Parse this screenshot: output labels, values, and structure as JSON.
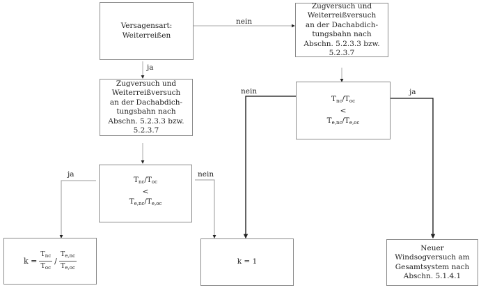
{
  "diagram": {
    "type": "flowchart",
    "nodes": {
      "start": {
        "text": "Versagensart:\nWeiterreißen"
      },
      "test_right": {
        "text": "Zugversuch und\nWeiterreißversuch\nan der Dachabdich-\ntungsbahn nach\nAbschn. 5.2.3.3 bzw.\n5.2.3.7"
      },
      "test_left": {
        "text": "Zugversuch und\nWeiterreißversuch\nan der Dachabdich-\ntungsbahn nach\nAbschn. 5.2.3.3 bzw.\n5.2.3.7"
      },
      "decision_left": {
        "line1": "T",
        "line1_sub": "nc",
        "line1_sep": "/T",
        "line1_sub2": "oc",
        "op": "<",
        "line2": "T",
        "line2_sub": "e,nc",
        "line2_sep": "/T",
        "line2_sub2": "e,oc"
      },
      "decision_right": {
        "line1": "T",
        "line1_sub": "nc",
        "line1_sep": "/T",
        "line1_sub2": "oc",
        "op": "<",
        "line2": "T",
        "line2_sub": "e,nc",
        "line2_sep": "/T",
        "line2_sub2": "e,oc"
      },
      "result_formula": {
        "lhs": "k =",
        "num1": "T",
        "num1_sub": "nc",
        "den1": "T",
        "den1_sub": "oc",
        "slash": "/",
        "num2": "T",
        "num2_sub": "e,nc",
        "den2": "T",
        "den2_sub": "e,oc"
      },
      "result_one": {
        "text": "k = 1"
      },
      "result_windsog": {
        "text": "Neuer\nWindsogversuch am\nGesamtsystem nach\nAbschn. 5.1.4.1"
      }
    },
    "edge_labels": {
      "start_to_test_right": "nein",
      "start_to_test_left": "ja",
      "decision_left_ja": "ja",
      "decision_left_nein": "nein",
      "decision_right_nein": "nein",
      "decision_right_ja": "ja"
    }
  }
}
